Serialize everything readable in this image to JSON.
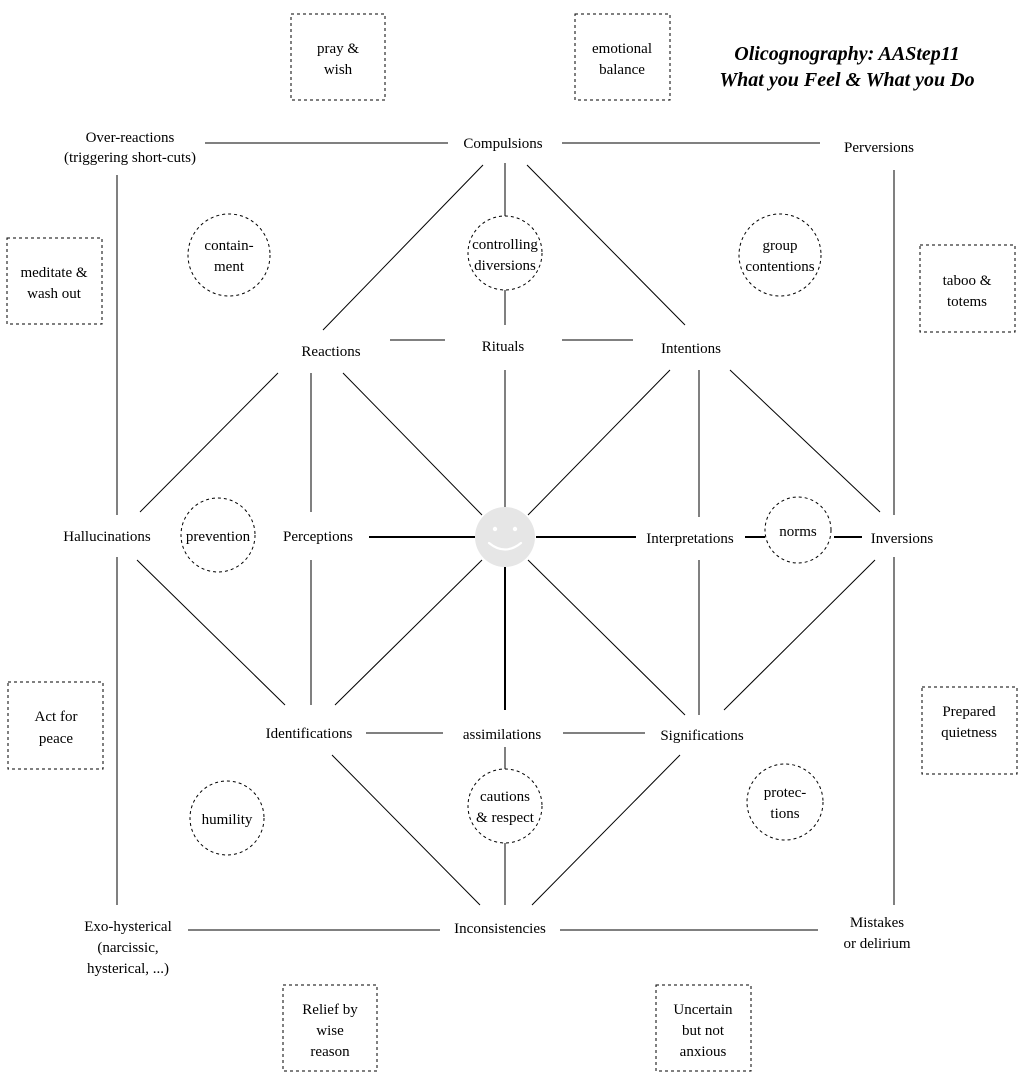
{
  "title": {
    "line1": "Olicognography: AAStep11",
    "line2": "What you Feel & What you Do"
  },
  "center": {
    "icon": "smiley-face-icon",
    "face_color": "#e6e6e6",
    "feature_color": "#ffffff"
  },
  "nodes": {
    "compulsions": "Compulsions",
    "over_reactions": [
      "Over-reactions",
      "(triggering short-cuts)"
    ],
    "perversions": "Perversions",
    "reactions": "Reactions",
    "rituals": "Rituals",
    "intentions": "Intentions",
    "hallucinations": "Hallucinations",
    "perceptions": "Perceptions",
    "interpretations": "Interpretations",
    "inversions": "Inversions",
    "identifications": "Identifications",
    "assimilations": "assimilations",
    "significations": "Significations",
    "exo_hysterical": [
      "Exo-hysterical",
      "(narcissic,",
      "hysterical, ...)"
    ],
    "inconsistencies": "Inconsistencies",
    "mistakes": [
      "Mistakes",
      "or delirium"
    ]
  },
  "circles": {
    "containment": [
      "contain-",
      "ment"
    ],
    "controlling": [
      "controlling",
      "diversions"
    ],
    "group": [
      "group",
      "contentions"
    ],
    "prevention": [
      "prevention"
    ],
    "norms": [
      "norms"
    ],
    "humility": [
      "humility"
    ],
    "cautions": [
      "cautions",
      "& respect"
    ],
    "protections": [
      "protec-",
      "tions"
    ]
  },
  "boxes": {
    "pray": [
      "pray &",
      "wish"
    ],
    "emotional": [
      "emotional",
      "balance"
    ],
    "meditate": [
      "meditate &",
      "wash out"
    ],
    "taboo": [
      "taboo  &",
      "totems"
    ],
    "act": [
      "Act for",
      "peace"
    ],
    "prepared": [
      "Prepared",
      "quietness"
    ],
    "relief": [
      "Relief by",
      "wise",
      "reason"
    ],
    "uncertain": [
      "Uncertain",
      "but not",
      "anxious"
    ]
  }
}
